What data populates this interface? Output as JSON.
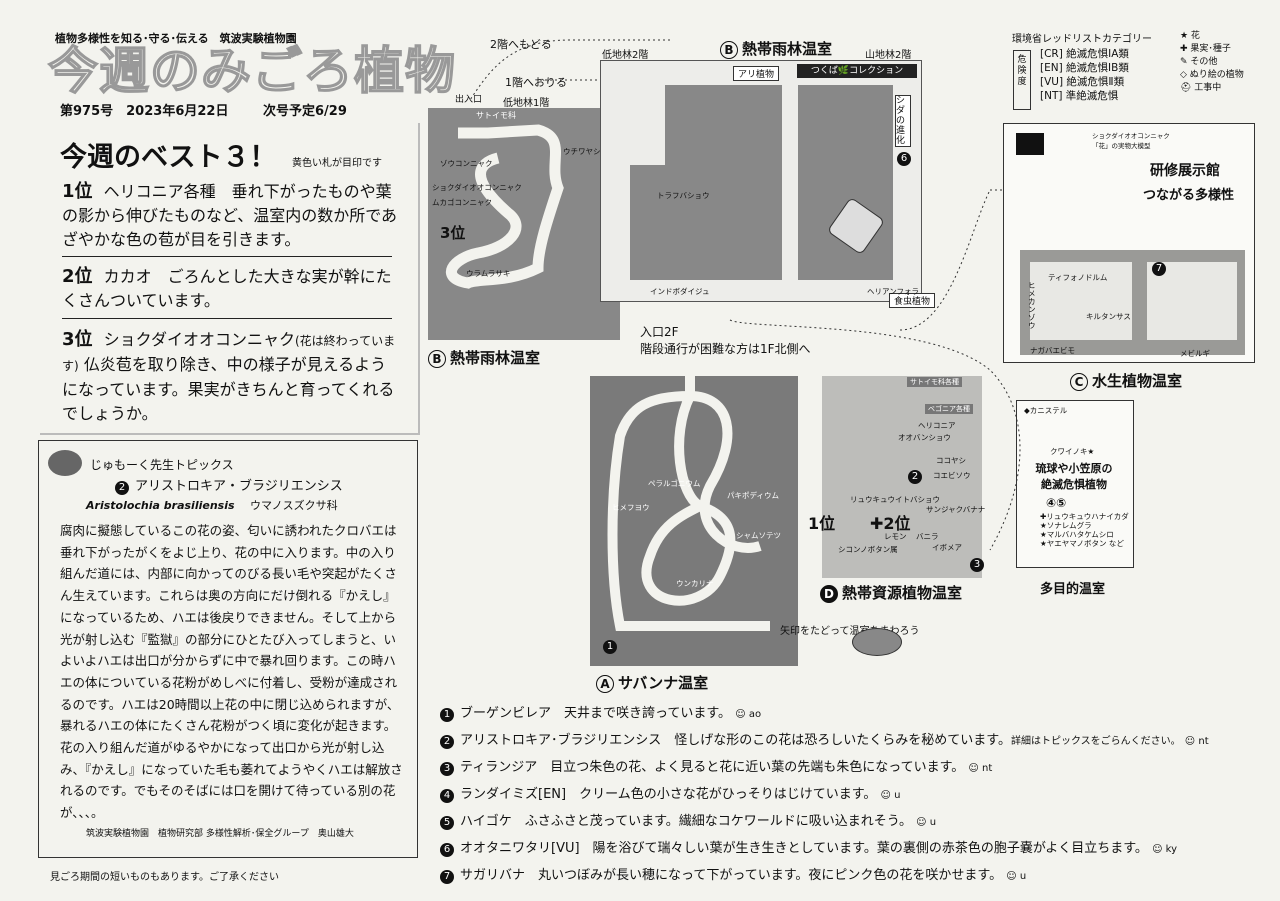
{
  "header": {
    "slogan": "植物多様性を知る･守る･伝える　筑波実験植物園",
    "title": "今週のみごろ植物",
    "issue": "第975号　2023年6月22日",
    "next": "次号予定6/29"
  },
  "best3": {
    "title": "今週のベスト３！",
    "subtitle": "黄色い札が目印です",
    "items": [
      {
        "rank": "1位",
        "text": "ヘリコニア各種　垂れ下がったものや葉の影から伸びたものなど、温室内の数か所であざやかな色の苞が目を引きます。"
      },
      {
        "rank": "2位",
        "text": "カカオ　ごろんとした大きな実が幹にたくさんついています。"
      },
      {
        "rank": "3位",
        "text": "ショクダイオオコンニャク",
        "small": "(花は終わっています)",
        "text2": "仏炎苞を取り除き、中の様子が見えるようになっています。果実がきちんと育ってくれるでしょうか。"
      }
    ]
  },
  "topic": {
    "header": "じゅもーく先生トピックス",
    "num": "2",
    "title": "アリストロキア・ブラジリエンシス",
    "latin": "Aristolochia brasiliensis",
    "jp": "ウマノスズクサ科",
    "paragraphs": [
      "腐肉に擬態しているこの花の姿、匂いに誘われたクロバエは垂れ下がったがくをよじ上り、花の中に入ります。中の入り組んだ道には、内部に向かってのびる長い毛や突起がたくさん生えています。これらは奥の方向にだけ倒れる『かえし』になっているため、ハエは後戻りできません。そして上から光が射し込む『監獄』の部分にひとたび入ってしまうと、いよいよハエは出口が分からずに中で暴れ回ります。この時ハエの体についている花粉がめしべに付着し、受粉が達成されるのです。ハエは20時間以上花の中に閉じ込められますが、暴れるハエの体にたくさん花粉がつく頃に変化が起きます。花の入り組んだ道がゆるやかになって出口から光が射し込み、『かえし』になっていた毛も萎れてようやくハエは解放されるのです。でもそのそばには口を開けて待っている別の花が、、、。"
    ],
    "author": "筑波実験植物園　植物研究部 多様性解析･保全グループ　奥山雄大"
  },
  "footer_note": "見ごろ期間の短いものもあります。ご了承ください",
  "map": {
    "go_up": "2階へもどる",
    "go_down": "1階へおりる",
    "exit": "出入口",
    "lowland1": "低地林1階",
    "lowland2": "低地林2階",
    "mountain2": "山地林2階",
    "b_top": "熱帯雨林温室",
    "b_left": "熱帯雨林温室",
    "a": "サバンナ温室",
    "c": "水生植物温室",
    "d": "熱帯資源植物温室",
    "multi": "多目的温室",
    "training": "研修展示館",
    "training_sub": "つながる多様性",
    "shokudai_model": "ショクダイオオコンニャク\n「花」の実物大模型",
    "ari": "アリ植物",
    "tsukuba": "つくば🌿コレクション",
    "shida": "シダの進化",
    "shokuchu": "食虫植物",
    "satoimo": "サトイモ科",
    "entrance2f": "入口2F",
    "stairs_note": "階段通行が困難な方は1F北側へ",
    "arrow_note": "矢印をたどって温室をまわろう",
    "b_plants": [
      "ウチワヤシ",
      "ゾウコンニャク",
      "ショクダイオオコンニャク",
      "ムカゴコンニャク",
      "ウラムラサキ",
      "トラフバショウ",
      "インドボダイジュ",
      "ヘリアンフォラ"
    ],
    "a_plants": [
      "ペラルゴニウム",
      "パキポディウム",
      "ヒメフヨウ",
      "シャムソテツ",
      "ウンカリナ"
    ],
    "d_plants": [
      "サトイモ科各種",
      "ベゴニア各種",
      "ヘリコニア",
      "オオバンショウ",
      "ココヤシ",
      "コエビソウ",
      "サンジャクバナナ",
      "リュウキュウイトバショウ",
      "レモン",
      "バニラ",
      "イボメア",
      "シコンノボタン属"
    ],
    "c_plants": [
      "ティフォノドルム",
      "ヒメカンゾウ",
      "キルタンサス",
      "ナガバエビモ",
      "メビルギ"
    ],
    "multi_plants_head": "クワイノキ★",
    "multi_title": "琉球や小笠原の\n絶滅危惧植物",
    "multi_nums": "④⑤",
    "multi_plants": "✚リュウキュウハナイカダ\n★ソナレムグラ\n★マルバハタケムシロ\n★ヤエヤマノボタン など",
    "kanisuteru": "カニステル",
    "rank_1": "1位",
    "rank_2": "2位",
    "rank_3": "3位"
  },
  "legend": {
    "title": "環境省レッドリストカテゴリー",
    "danger": "危険度",
    "rows": [
      "[CR] 絶滅危惧IA類",
      "[EN] 絶滅危惧IB類",
      "[VU] 絶滅危惧Ⅱ類",
      "[NT] 準絶滅危惧"
    ],
    "symbols": [
      "★ 花",
      "✚ 果実･種子",
      "✎ その他",
      "◇ ぬり絵の植物",
      "工事中"
    ]
  },
  "items": [
    {
      "n": "1",
      "text": "ブーゲンビレア　天井まで咲き誇っています。",
      "tag": "ao"
    },
    {
      "n": "2",
      "text": "アリストロキア･ブラジリエンシス　怪しげな形のこの花は恐ろしいたくらみを秘めています。",
      "small": "詳細はトピックスをごらんください。",
      "tag": "nt"
    },
    {
      "n": "3",
      "text": "ティランジア　目立つ朱色の花、よく見ると花に近い葉の先端も朱色になっています。",
      "tag": "nt"
    },
    {
      "n": "4",
      "text": "ランダイミズ[EN]　クリーム色の小さな花がひっそりはじけています。",
      "tag": "u"
    },
    {
      "n": "5",
      "text": "ハイゴケ　ふさふさと茂っています。繊細なコケワールドに吸い込まれそう。",
      "tag": "u"
    },
    {
      "n": "6",
      "text": "オオタニワタリ[VU]　陽を浴びて瑞々しい葉が生き生きとしています。葉の裏側の赤茶色の胞子嚢がよく目立ちます。",
      "tag": "ky"
    },
    {
      "n": "7",
      "text": "サガリバナ　丸いつぼみが長い穂になって下がっています。夜にピンク色の花を咲かせます。",
      "tag": "u"
    }
  ]
}
